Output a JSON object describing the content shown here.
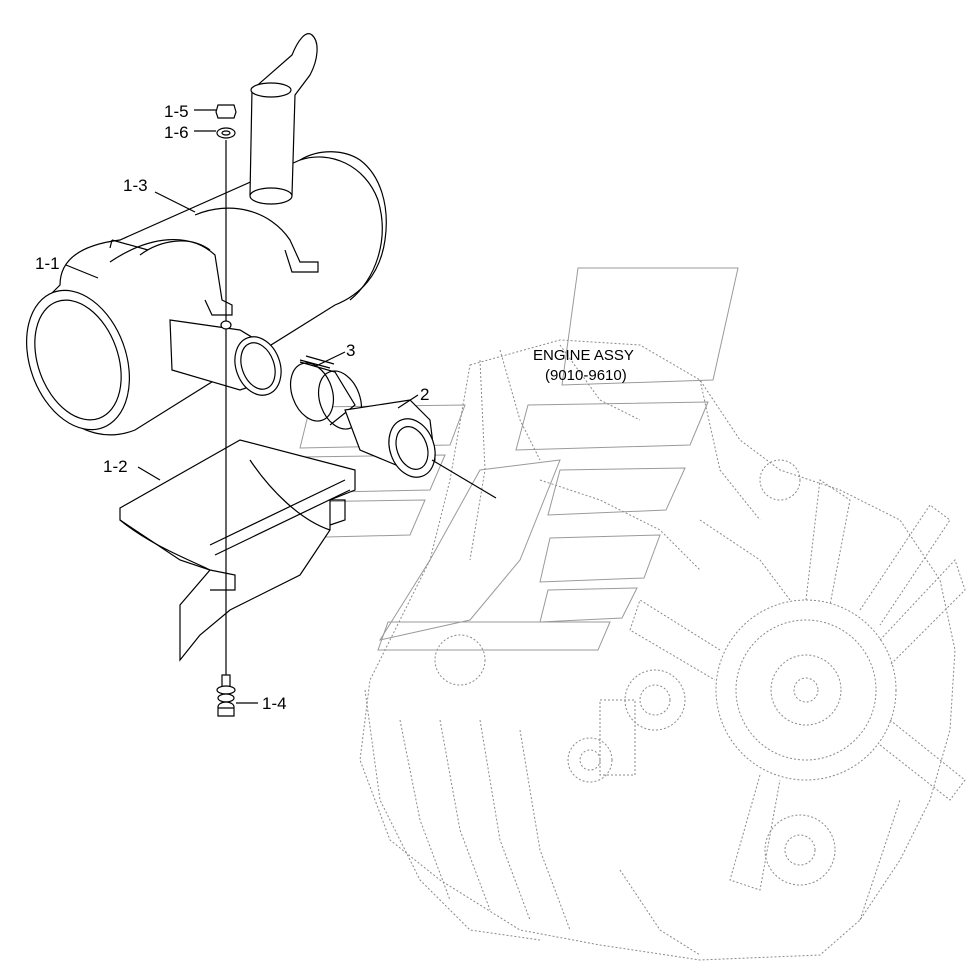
{
  "callouts": {
    "c1_5": "1-5",
    "c1_6": "1-6",
    "c1_3": "1-3",
    "c1_1": "1-1",
    "c3": "3",
    "c2": "2",
    "c1_2": "1-2",
    "c1_4": "1-4"
  },
  "engine_note": {
    "line1": "ENGINE ASSY",
    "line2": "(9010-9610)"
  }
}
